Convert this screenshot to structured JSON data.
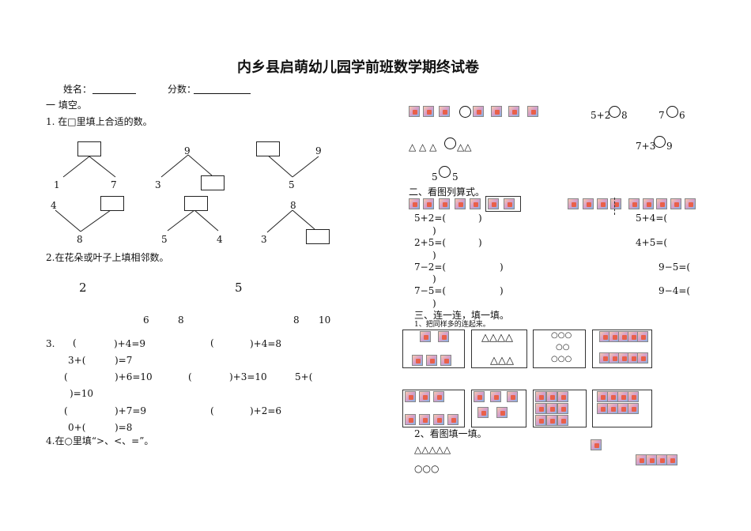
{
  "title": "内乡县启萌幼儿园学前班数学期终试卷",
  "header": {
    "name_label": "姓名：",
    "score_label": "分数："
  },
  "section1": {
    "heading": "一  填空。",
    "q1": "1. 在□里填上合适的数。",
    "trees": [
      "1",
      "7",
      "9",
      "3",
      "5",
      "9",
      "4",
      "8",
      "8",
      "5",
      "4",
      "3"
    ],
    "q2": "2.在花朵或叶子上填相邻数。",
    "flower_nums": [
      "2",
      "5"
    ],
    "leaf_nums": [
      "6",
      "8",
      "8",
      "10"
    ],
    "q3_label": "3.",
    "q3_items": [
      "(",
      ")+4=9",
      "(",
      ")+4=8",
      "3+(",
      ")=7",
      "(",
      ")+6=10",
      "(",
      ")+3=10",
      "5+(",
      ")=10",
      "(",
      ")+7=9",
      "(",
      ")+2=6",
      "0+(",
      ")=8"
    ],
    "q4": "4.在○里填“>、<、=”。"
  },
  "right": {
    "compare": [
      "5+2",
      "8",
      "7",
      "6",
      "7+3",
      "9",
      "5",
      "5"
    ],
    "section2": "二、看图列算式。",
    "eq_left": [
      "5+2=(",
      ")",
      "2+5=(",
      ")",
      "7−2=(",
      ")",
      "7−5=(",
      ")"
    ],
    "eq_right": [
      "5+4=(",
      "4+5=(",
      "9−5=(",
      "9−4=("
    ],
    "paren_close": [
      ")",
      ")",
      ")",
      ")"
    ],
    "section3": "三、连一连，填一填。",
    "sub1": "1、把同样多的连起来。",
    "triangles_row1": "△△△△",
    "triangles_row2": "△△△",
    "circles_row1": "○○○",
    "circles_row2": "○○",
    "circles_row3": "○○○",
    "triangle_row": "△  △  △",
    "triangle_row2": "△△",
    "sub2": "2、看图填一填。",
    "triangles5": "△△△△△",
    "circles3": "○○○"
  }
}
